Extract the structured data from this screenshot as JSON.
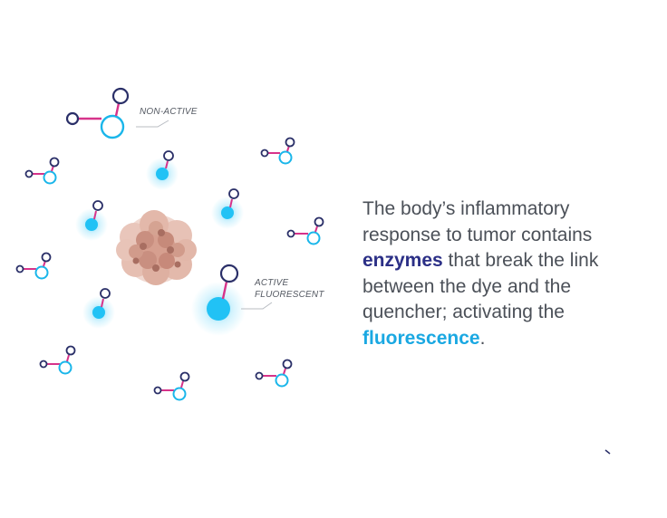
{
  "labels": {
    "non_active": "NON-ACTIVE",
    "active_line1": "ACTIVE",
    "active_line2": "FLUORESCENT"
  },
  "caption": {
    "part1": "The body’s inflammatory response to tumor contains ",
    "enzymes": "enzymes",
    "part2": " that break the link between the dye and the quencher; activating the ",
    "fluorescence": "fluorescence",
    "part3": "."
  },
  "colors": {
    "dye_blue": "#1ab6ea",
    "linker_magenta": "#d7338a",
    "quencher_navy": "#2a2f68",
    "glow_cyan": "#21c2f5",
    "tumor": "#c98f80",
    "text": "#4b5058",
    "enzymes": "#2b2f86",
    "fluorescence": "#1aa8e2"
  },
  "icons": {
    "probe": "probe-molecule-icon",
    "active_probe": "active-probe-icon",
    "tumor": "tumor-cell-cluster-icon"
  }
}
